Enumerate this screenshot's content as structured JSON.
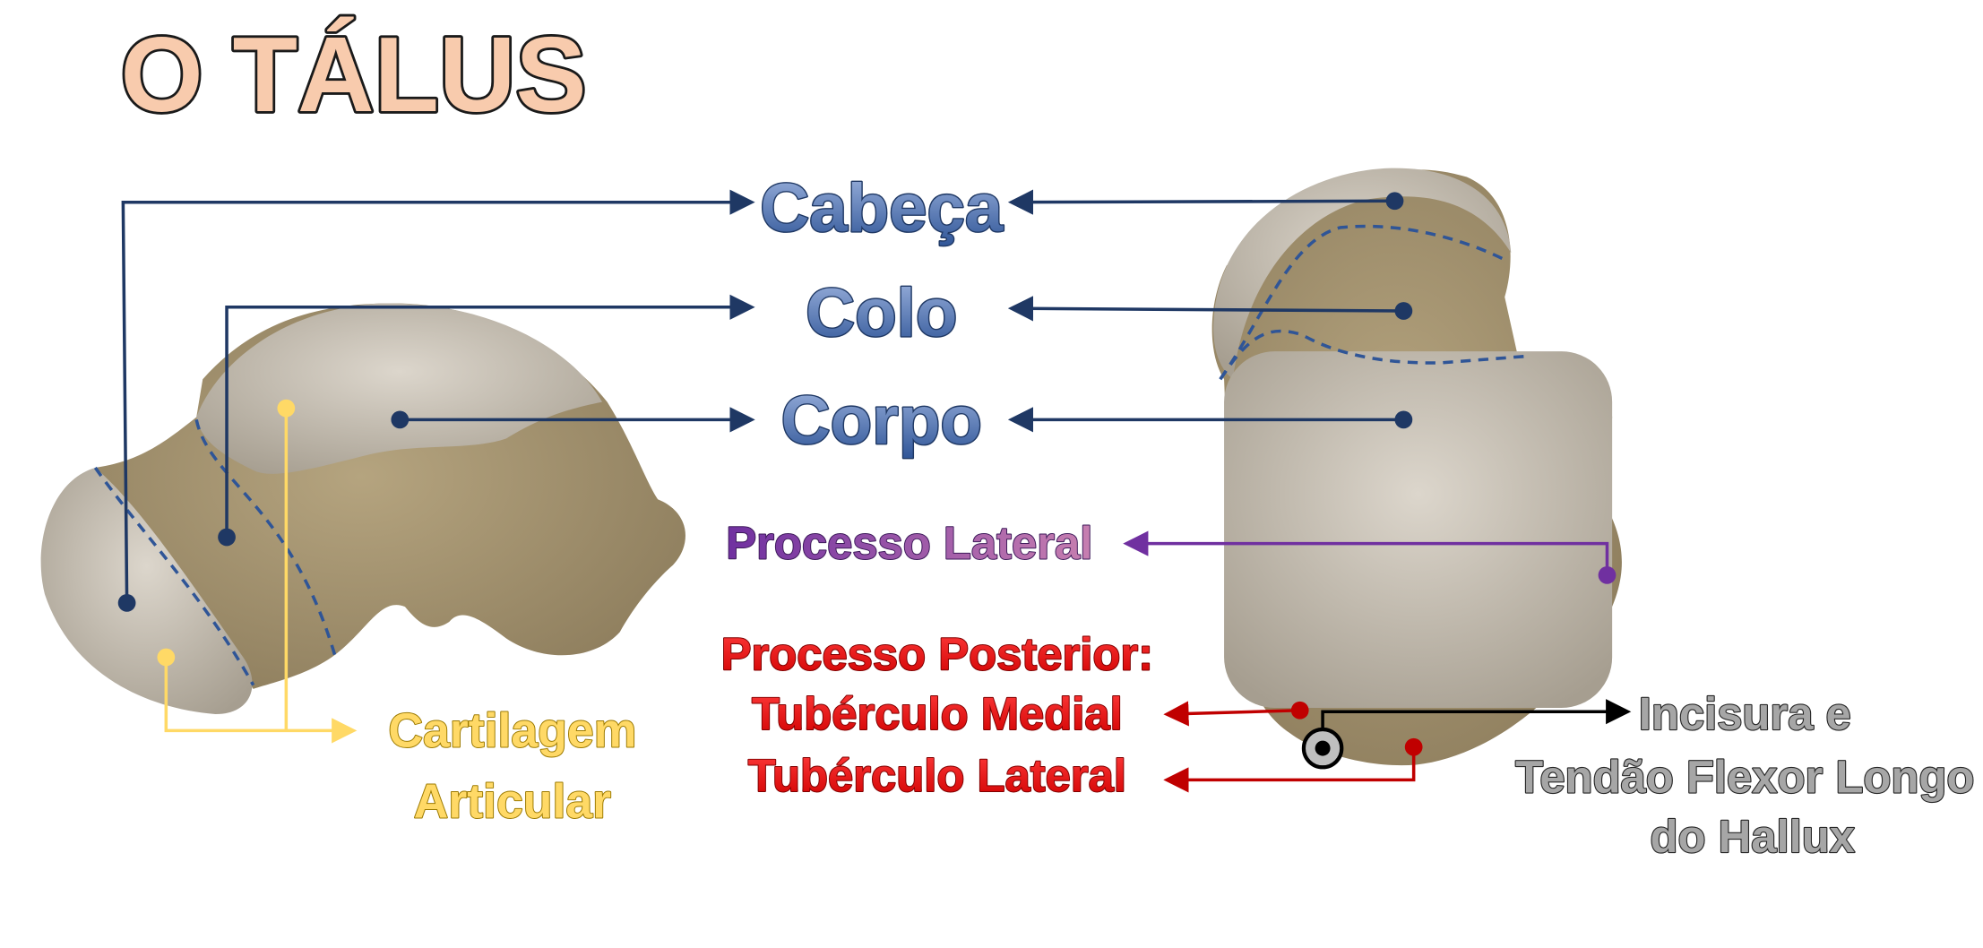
{
  "title": "O TÁLUS",
  "labels": {
    "cabeca": "Cabeça",
    "colo": "Colo",
    "corpo": "Corpo",
    "processo_lateral": "Processo Lateral",
    "processo_posterior": "Processo Posterior:",
    "tuberculo_medial": "Tubérculo Medial",
    "tuberculo_lateral": "Tubérculo Lateral",
    "cartilagem_1": "Cartilagem",
    "cartilagem_2": "Articular",
    "incisura_1": "Incisura e",
    "incisura_2": "Tendão Flexor Longo",
    "incisura_3": "do Hallux"
  },
  "colors": {
    "navy": "#1f3864",
    "purple": "#7030a0",
    "red": "#c00000",
    "yellow": "#ffd966",
    "black": "#000000",
    "bone": "#9c8b6a",
    "cartilage": "#c9c2b6"
  }
}
